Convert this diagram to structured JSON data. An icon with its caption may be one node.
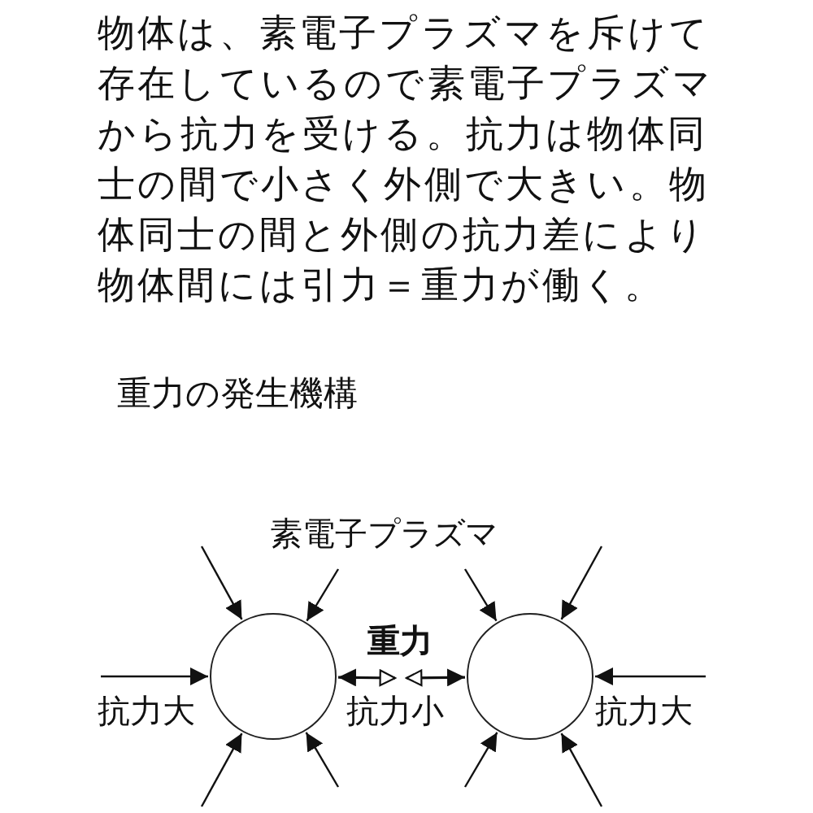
{
  "diagram": {
    "title": "重力の発生機構",
    "nodes": [
      {
        "text": [],
        "shape": "circle"
      },
      {
        "text": [],
        "shape": "circle"
      },
      {
        "text": [
          "重力"
        ]
      }
    ],
    "edges": [
      {
        "from": null,
        "to": 0,
        "arrow": "to"
      },
      {
        "from": null,
        "to": 0,
        "arrow": "to"
      },
      {
        "from": null,
        "to": 0,
        "arrow": "to"
      },
      {
        "from": null,
        "to": 0,
        "arrow": "to"
      },
      {
        "from": null,
        "to": 0,
        "arrow": "to"
      },
      {
        "from": 0,
        "to": 2,
        "arrow": "both"
      },
      {
        "from": 1,
        "to": 2,
        "arrow": "both"
      },
      {
        "from": null,
        "to": 1,
        "arrow": "to"
      },
      {
        "from": null,
        "to": 1,
        "arrow": "to"
      },
      {
        "from": null,
        "to": 1,
        "arrow": "to"
      },
      {
        "from": null,
        "to": 1,
        "arrow": "to"
      },
      {
        "from": null,
        "to": 1,
        "arrow": "to"
      }
    ],
    "labels": [
      "物体は、素電子プラズマを斥けて存在しているので素電子プラズマから抗力を受ける。抗力は物体同士の間で小さく外側で大きい。物体同士の間と外側の抗力差により物体間には引力＝重力が働く。",
      "素電子プラズマ",
      "抗力大",
      "抗力小",
      "抗力大"
    ]
  }
}
